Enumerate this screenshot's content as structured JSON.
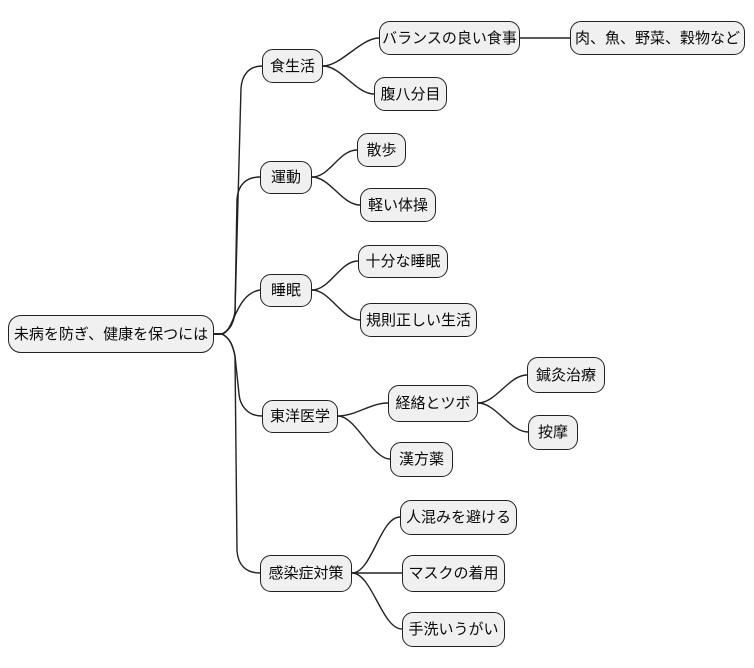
{
  "diagram_type": "mindmap",
  "colors": {
    "background": "#ffffff",
    "node_fill": "#f0f0f0",
    "node_border": "#222222",
    "link_stroke": "#222222",
    "text": "#0a0a0a"
  },
  "mindmap": {
    "root": {
      "label": "未病を防ぎ、健康を保つには",
      "children": [
        {
          "label": "食生活",
          "children": [
            {
              "label": "バランスの良い食事",
              "children": [
                {
                  "label": "肉、魚、野菜、穀物など",
                  "children": []
                }
              ]
            },
            {
              "label": "腹八分目",
              "children": []
            }
          ]
        },
        {
          "label": "運動",
          "children": [
            {
              "label": "散歩",
              "children": []
            },
            {
              "label": "軽い体操",
              "children": []
            }
          ]
        },
        {
          "label": "睡眠",
          "children": [
            {
              "label": "十分な睡眠",
              "children": []
            },
            {
              "label": "規則正しい生活",
              "children": []
            }
          ]
        },
        {
          "label": "東洋医学",
          "children": [
            {
              "label": "経絡とツボ",
              "children": [
                {
                  "label": "鍼灸治療",
                  "children": []
                },
                {
                  "label": "按摩",
                  "children": []
                }
              ]
            },
            {
              "label": "漢方薬",
              "children": []
            }
          ]
        },
        {
          "label": "感染症対策",
          "children": [
            {
              "label": "人混みを避ける",
              "children": []
            },
            {
              "label": "マスクの着用",
              "children": []
            },
            {
              "label": "手洗いうがい",
              "children": []
            }
          ]
        }
      ]
    }
  }
}
